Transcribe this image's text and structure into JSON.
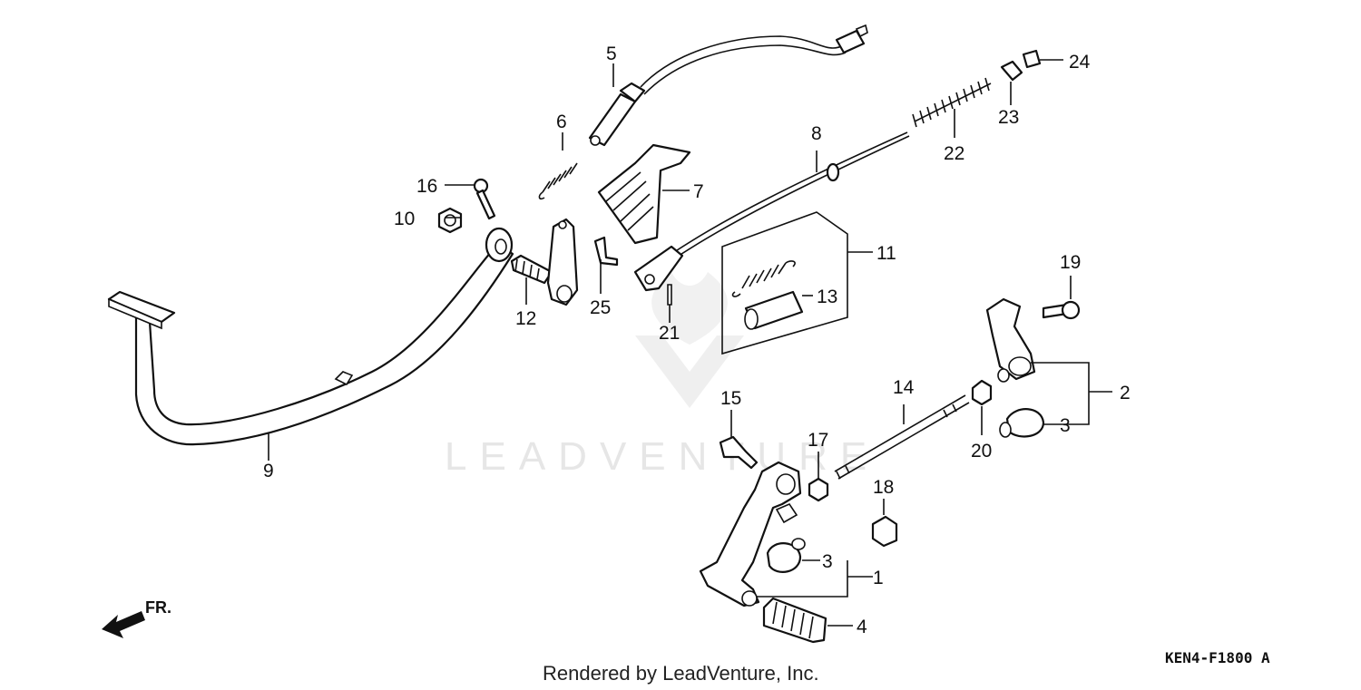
{
  "watermark": "LEADVENTURE",
  "credit": "Rendered by LeadVenture, Inc.",
  "diagram_code": "KEN4-F1800 A",
  "direction_label": "FR.",
  "callouts": {
    "c1": "1",
    "c2": "2",
    "c3a": "3",
    "c3b": "3",
    "c4": "4",
    "c5": "5",
    "c6": "6",
    "c7": "7",
    "c8": "8",
    "c9": "9",
    "c10": "10",
    "c11": "11",
    "c12": "12",
    "c13": "13",
    "c14": "14",
    "c15": "15",
    "c16": "16",
    "c17": "17",
    "c18": "18",
    "c19": "19",
    "c20": "20",
    "c21": "21",
    "c22": "22",
    "c23": "23",
    "c24": "24",
    "c25": "25"
  }
}
